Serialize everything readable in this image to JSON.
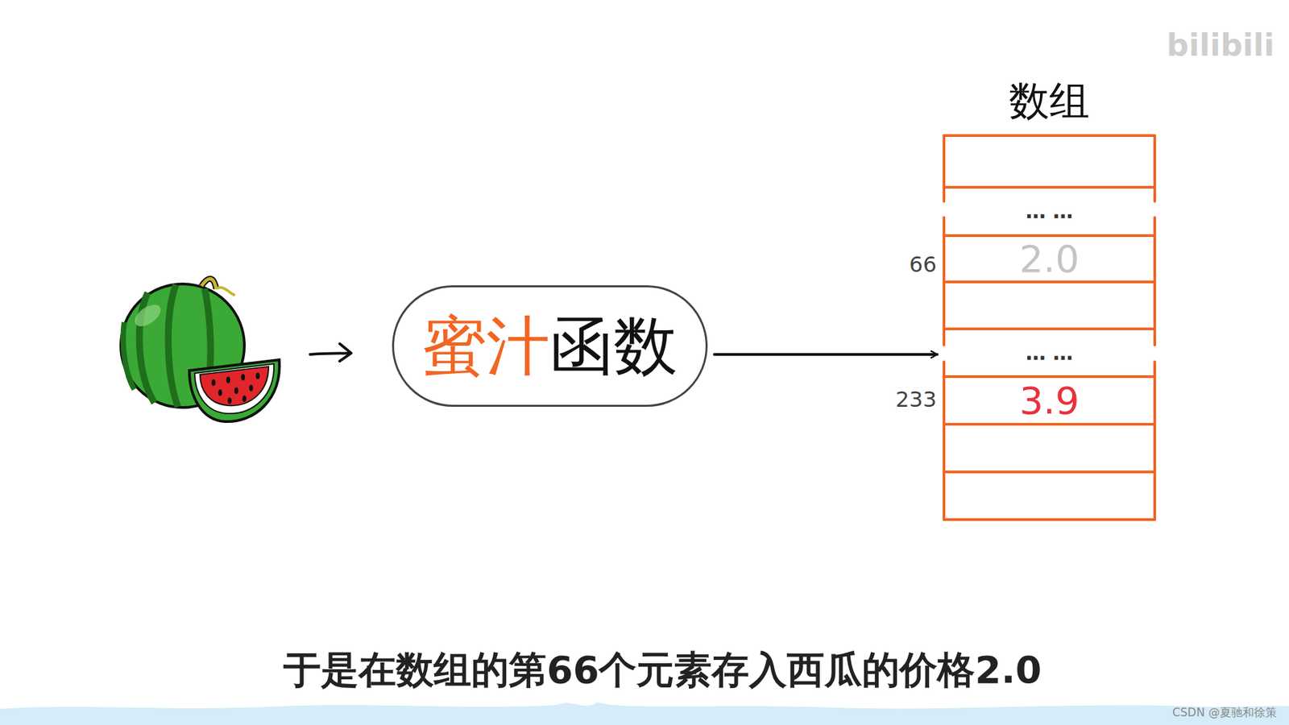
{
  "diagram": {
    "caption": "于是在数组的第66个元素存入西瓜的价格2.0",
    "nodes": [
      {
        "text": [
          "蜜汁",
          "函数"
        ]
      },
      {
        "text": [
          "数组"
        ]
      },
      {
        "text": [
          "… …"
        ],
        "in": 1
      },
      {
        "text": [
          "2.0"
        ],
        "in": 1
      },
      {
        "text": [
          "… …"
        ],
        "in": 1
      },
      {
        "text": [
          "3.9"
        ],
        "in": 1
      }
    ],
    "edges": [
      {
        "from": 0,
        "to": 1,
        "arrow": "to"
      }
    ],
    "labels": [
      "66",
      "233",
      "bilibili",
      "CSDN @夏驰和徐策"
    ]
  }
}
